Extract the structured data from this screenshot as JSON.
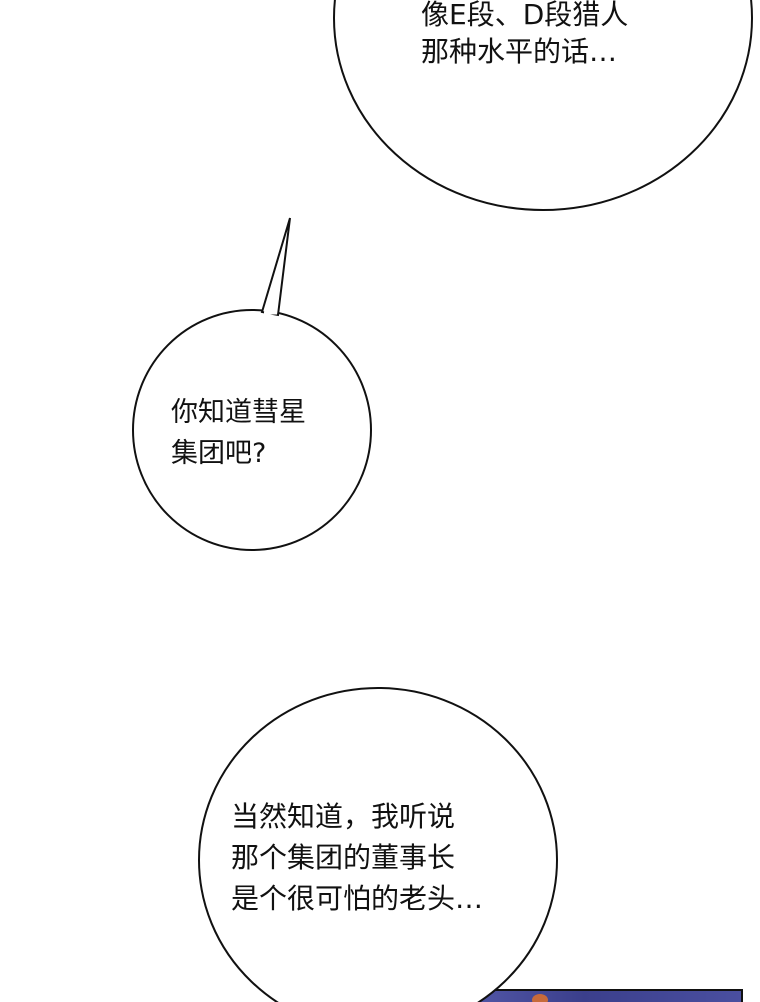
{
  "bubbles": [
    {
      "id": "bubble-1",
      "lines": [
        "像E段、D段猎人",
        "那种水平的话…"
      ]
    },
    {
      "id": "bubble-2",
      "lines": [
        "你知道彗星",
        "集团吧?"
      ]
    },
    {
      "id": "bubble-3",
      "lines": [
        "当然知道，我听说",
        "那个集团的董事长",
        "是个很可怕的老头…"
      ]
    }
  ],
  "colors": {
    "outline": "#111111",
    "panel": "#3a3f8a"
  }
}
